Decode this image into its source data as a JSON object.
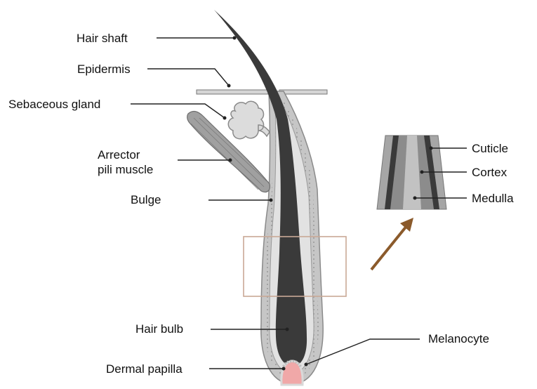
{
  "labels": {
    "hair_shaft": "Hair shaft",
    "epidermis": "Epidermis",
    "sebaceous_gland": "Sebaceous gland",
    "arrector_line1": "Arrector",
    "arrector_line2": "pili muscle",
    "bulge": "Bulge",
    "hair_bulb": "Hair bulb",
    "dermal_papilla": "Dermal papilla",
    "melanocyte": "Melanocyte",
    "cuticle": "Cuticle",
    "cortex": "Cortex",
    "medulla": "Medulla"
  },
  "colors": {
    "hair": "#3a3a3a",
    "sheath": "#c4c4c4",
    "sheath_dots": "#888888",
    "gland": "#dcdcdc",
    "muscle": "#9e9e9e",
    "papilla": "#f0a8a8",
    "zoom_box": "#c9a896",
    "arrow": "#8b5a2b"
  }
}
